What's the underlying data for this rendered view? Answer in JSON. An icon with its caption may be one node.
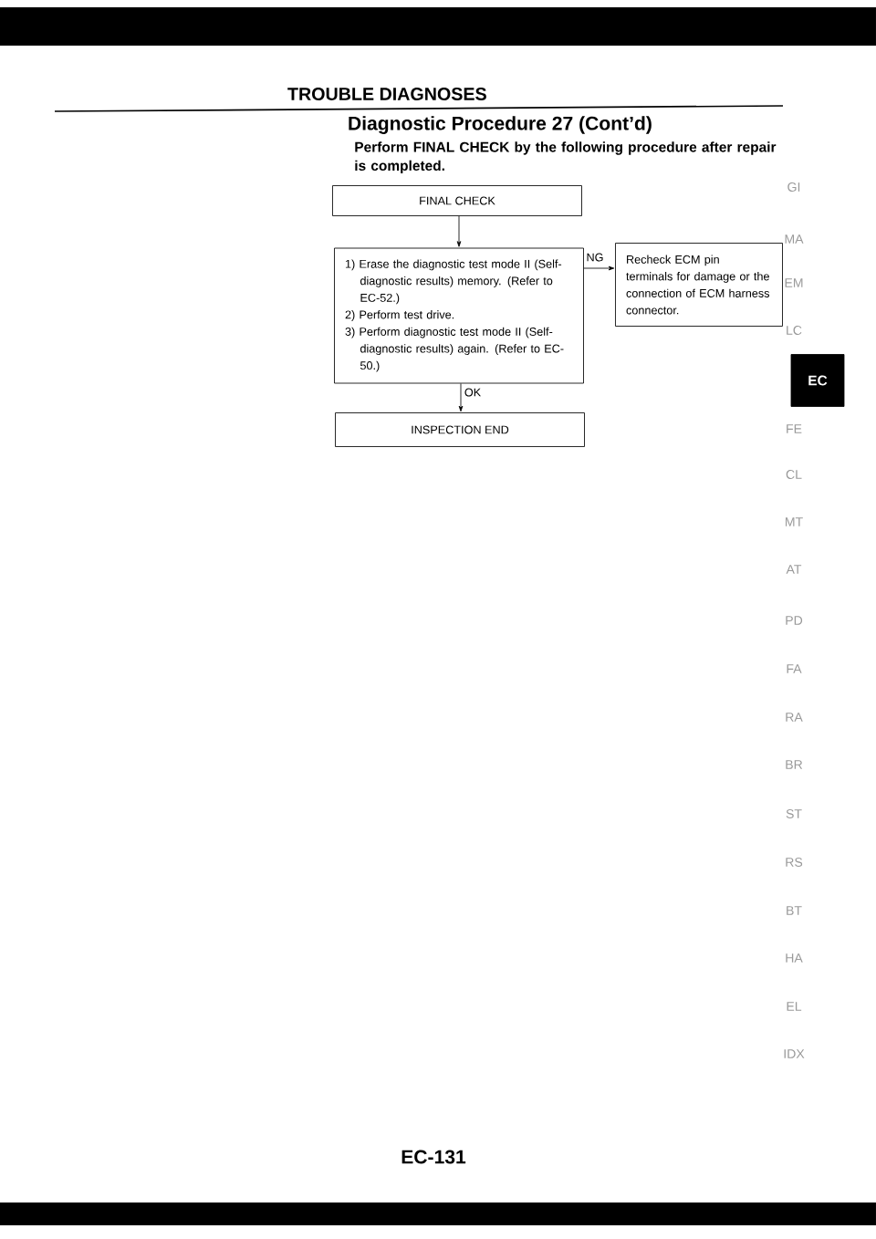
{
  "diagram": {
    "title": "Diagnostic Procedure 27 (Cont’d)",
    "nodes": [
      {
        "text": [
          "FINAL CHECK"
        ]
      },
      {
        "text": [
          "1) Erase the diagnostic test mode II (Self-diagnostic results) memory. (Refer to EC-52.)",
          "2) Perform test drive.",
          "3) Perform diagnostic test mode II (Self-diagnostic results) again. (Refer to EC-50.)"
        ]
      },
      {
        "text": [
          "Recheck ECM pin terminals for damage or the connection of ECM harness connector."
        ]
      },
      {
        "text": [
          "INSPECTION END"
        ]
      },
      {
        "text": [
          "EC"
        ]
      }
    ],
    "edges": [
      {
        "from": 0,
        "to": 1,
        "arrow": "to"
      },
      {
        "from": 1,
        "to": 2,
        "arrow": "to",
        "label": "NG"
      },
      {
        "from": 1,
        "to": 3,
        "arrow": "to",
        "label": "OK"
      }
    ],
    "labels": [
      "TROUBLE DIAGNOSES",
      "Perform FINAL CHECK by the following procedure after repair is completed.",
      "GI",
      "MA",
      "EM",
      "LC",
      "FE",
      "CL",
      "MT",
      "AT",
      "PD",
      "FA",
      "RA",
      "BR",
      "ST",
      "RS",
      "BT",
      "HA",
      "EL",
      "IDX",
      "EC-131"
    ]
  }
}
